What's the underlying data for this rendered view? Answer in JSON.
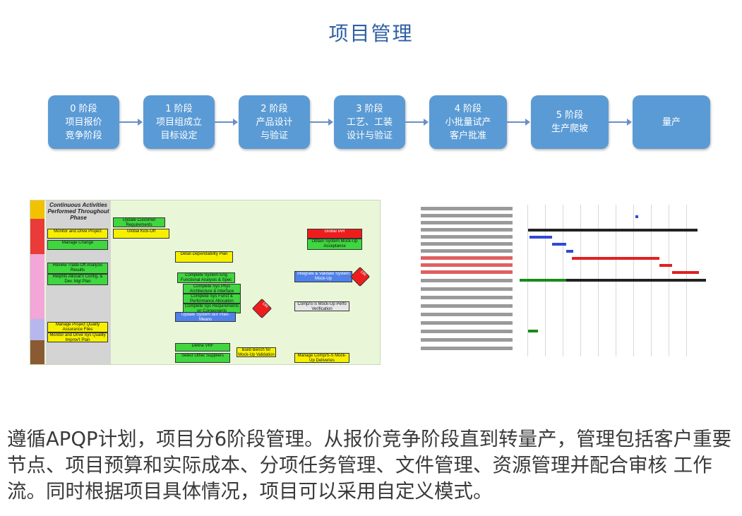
{
  "title": "项目管理",
  "stages": [
    {
      "label": "0 阶段\n项目报价\n竞争阶段"
    },
    {
      "label": "1 阶段\n项目组成立\n目标设定"
    },
    {
      "label": "2 阶段\n产品设计\n与验证"
    },
    {
      "label": "3 阶段\n工艺、工装\n设计与验证"
    },
    {
      "label": "4 阶段\n小批量试产\n客户批准"
    },
    {
      "label": "5 阶段\n生产爬坡"
    },
    {
      "label": "量产"
    }
  ],
  "process_map": {
    "header": "Continuous Activities Performed Throughout Phase",
    "boxes": [
      "Monitor and Drive Project",
      "Manage Change",
      "Review Trade-Off Analysis Results",
      "Reqmts Allocat'n Config. & Dev. Mgt Plan",
      "Manage Project Quality Assurance Files",
      "Monitor and Drive Sys Quality Improv't Plan",
      "Update Customer Requirements",
      "Global Kick-Off",
      "Detail Dependability Plan",
      "Complete System Eng Functional Analysis & Spec",
      "Complete Sys Phys Architecture & Interface",
      "Complete Sys Funct & Performance Allocation",
      "Complete Sys Requirements on Components",
      "Update System I&V Plan-Means",
      "Define VRF",
      "Select Other Suppliers",
      "Build Bench for Mock-Up Validation",
      "Global IAR",
      "Obtain System Mock-Up Acceptance",
      "Integrate & Validate System Mock-Up",
      "Comp/S-S Mock-Up Perfo Verification",
      "Manage Comp/S-S Mock-Up Deliveries",
      "DR",
      "DR"
    ]
  },
  "paragraph": "遵循APQP计划，项目分6阶段管理。从报价竞争阶段直到转量产，管理包括客户重要节点、项目预算和实际成本、分项任务管理、文件管理、资源管理并配合审核 工作流。同时根据项目具体情况，项目可以采用自定义模式。",
  "colors": {
    "stage": "#5b9bd5",
    "title": "#2e5fa3",
    "arrow": "#6b8fc6"
  }
}
